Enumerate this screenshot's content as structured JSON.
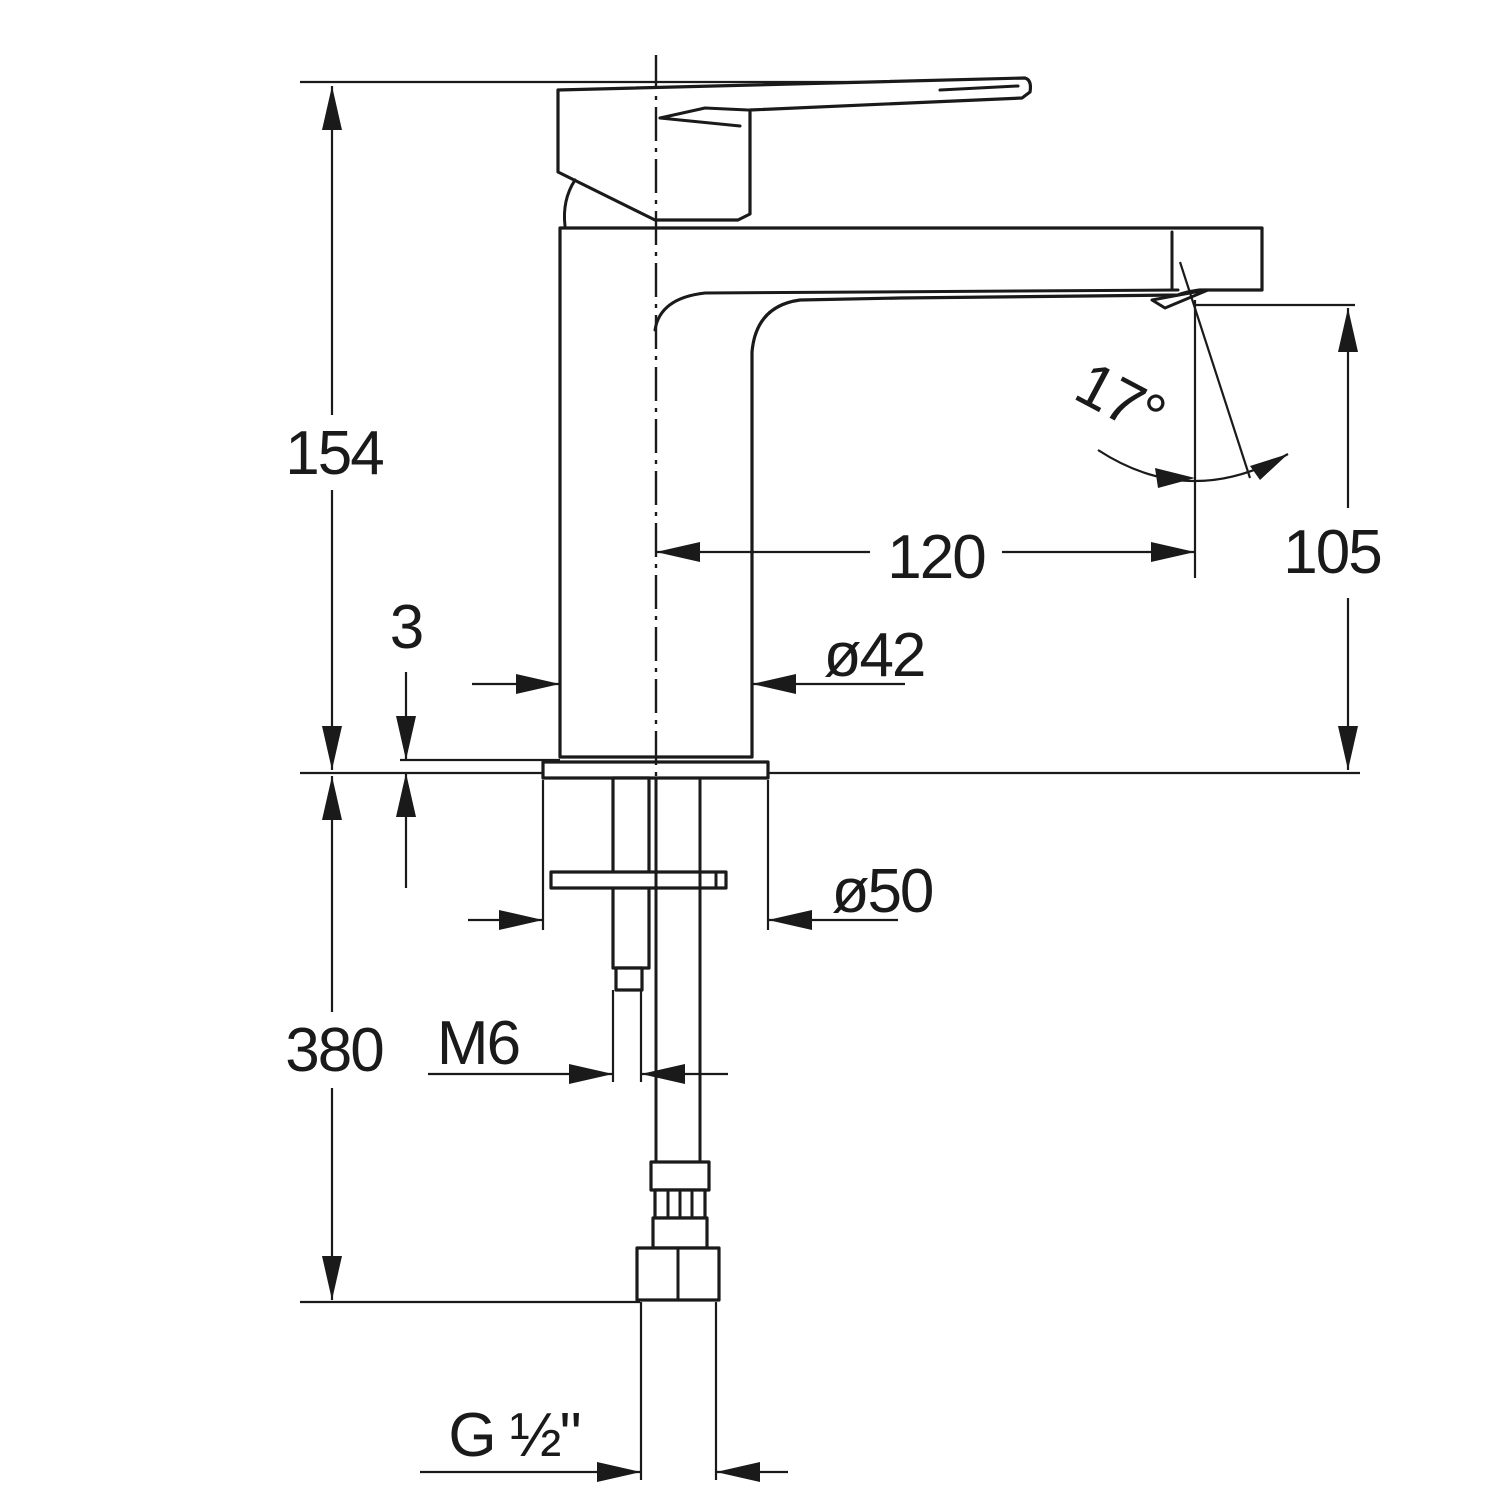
{
  "dimensions": {
    "total_height": "154",
    "hose_length": "380",
    "spout_reach": "120",
    "spout_height": "105",
    "spout_angle": "17°",
    "base_thickness": "3",
    "body_diameter": "ø42",
    "base_diameter": "ø50",
    "stud_thread": "M6",
    "hose_thread": "G ½\""
  },
  "colors": {
    "line": "#1a1a1a",
    "background": "#ffffff"
  }
}
